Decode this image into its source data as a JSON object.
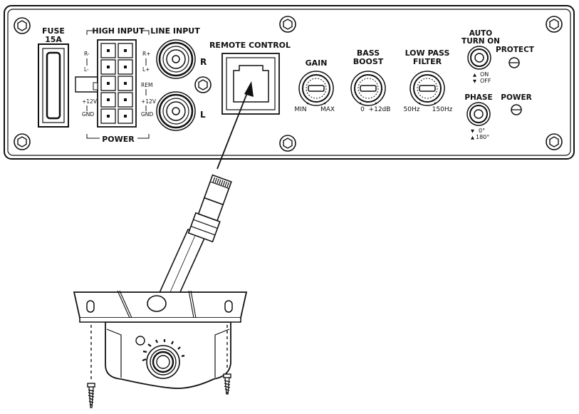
{
  "panel": {
    "fuse_title": "FUSE",
    "fuse_rating": "15A",
    "high_input_title": "HIGH INPUT",
    "power_title": "POWER",
    "pins_left": [
      "R-",
      "L-",
      "+12V",
      "GND"
    ],
    "pins_right": [
      "R+",
      "L+",
      "REM",
      "+12V",
      "GND"
    ],
    "line_input_title": "LINE INPUT",
    "line_r": "R",
    "line_l": "L",
    "remote_control": "REMOTE CONTROL",
    "gain": {
      "title": "GAIN",
      "min": "MIN",
      "max": "MAX"
    },
    "bass_boost": {
      "title_line1": "BASS",
      "title_line2": "BOOST",
      "min": "0",
      "max": "+12dB"
    },
    "low_pass": {
      "title_line1": "LOW PASS",
      "title_line2": "FILTER",
      "min": "50Hz",
      "max": "150Hz"
    },
    "auto_turn_on": {
      "title_line1": "AUTO",
      "title_line2": "TURN ON",
      "opt_on": "ON",
      "opt_off": "OFF"
    },
    "protect": "PROTECT",
    "phase": {
      "title": "PHASE",
      "opt_0": "0°",
      "opt_180": "180°"
    },
    "power_led": "POWER"
  }
}
